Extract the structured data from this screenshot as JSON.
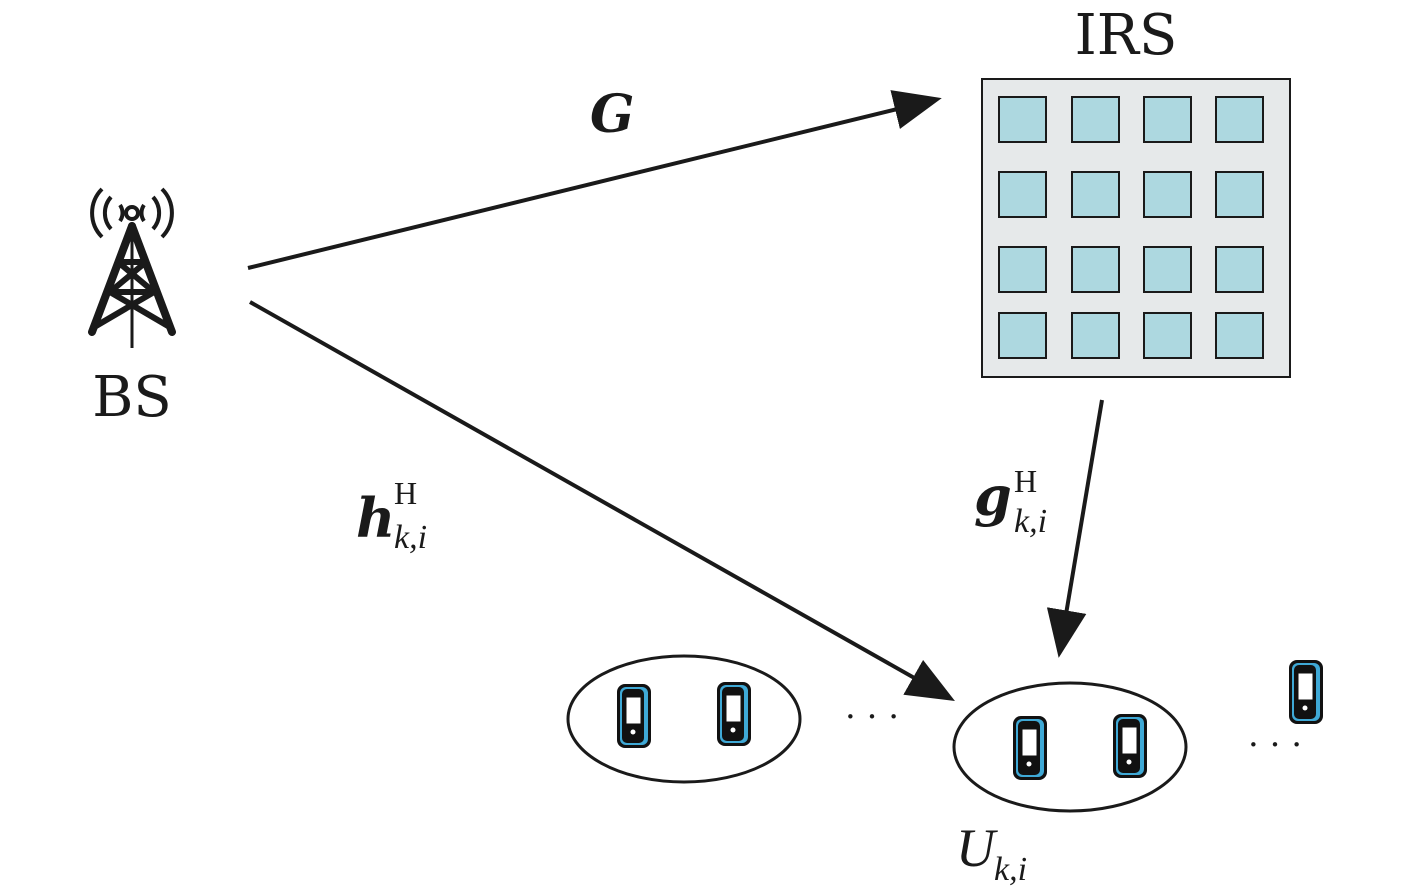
{
  "labels": {
    "bs": "BS",
    "irs": "IRS",
    "g_channel": "G",
    "h_channel_base": "h",
    "h_channel_sup": "H",
    "h_channel_sub": "k,i",
    "g_user_base": "g",
    "g_user_sup": "H",
    "g_user_sub": "k,i",
    "user_group_base": "U",
    "user_group_sub": "k,i",
    "ellipsis_1": "· · ·",
    "ellipsis_2": "· · ·"
  },
  "colors": {
    "irs_panel": "#e6e9ea",
    "irs_element": "#add8e0",
    "phone_accent": "#3fa9d6",
    "line": "#1a1a1a"
  },
  "icons": {
    "base_station": "antenna-tower-icon",
    "user_device": "mobile-phone-icon"
  },
  "irs_grid": {
    "rows": 4,
    "cols": 4
  }
}
